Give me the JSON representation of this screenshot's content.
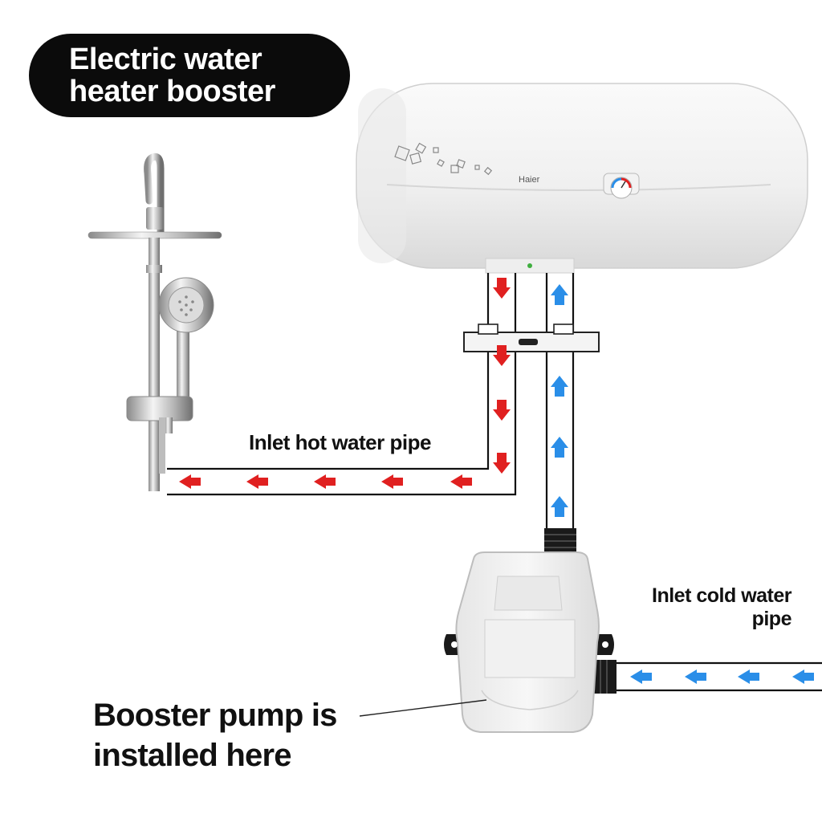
{
  "title": {
    "line1": "Electric water",
    "line2": "heater booster"
  },
  "labels": {
    "hot_pipe": "Inlet hot water pipe",
    "cold_pipe_line1": "Inlet cold water",
    "cold_pipe_line2": "pipe",
    "pump_line1": "Booster pump is",
    "pump_line2": "installed here"
  },
  "heater": {
    "brand": "Haier"
  },
  "colors": {
    "hot_arrow": "#e02020",
    "cold_arrow": "#2a8ee8",
    "title_bg": "#0b0b0b",
    "pipe_outline": "#111111"
  },
  "icons": {
    "heater": "water-heater-icon",
    "shower": "shower-icon",
    "pump": "booster-pump-icon"
  }
}
